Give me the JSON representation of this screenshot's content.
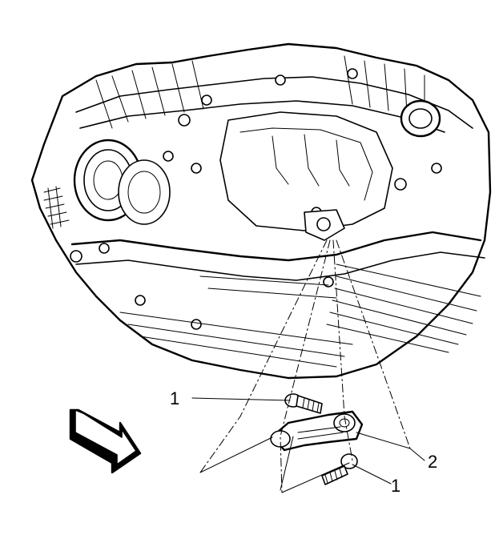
{
  "figure": {
    "callouts": [
      {
        "id": "bolt-upper",
        "label": "1"
      },
      {
        "id": "bracket",
        "label": "2"
      },
      {
        "id": "bolt-lower",
        "label": "1"
      }
    ]
  },
  "colors": {
    "line": "#000000",
    "background": "#ffffff"
  }
}
